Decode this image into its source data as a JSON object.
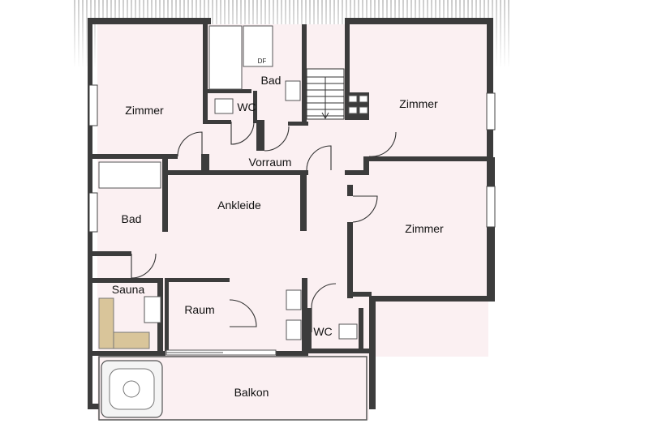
{
  "rooms": {
    "zimmer_left": "Zimmer",
    "bad_top": "Bad",
    "wc_top": "WC",
    "zimmer_top_right": "Zimmer",
    "vorraum": "Vorraum",
    "bad_left": "Bad",
    "ankleide": "Ankleide",
    "zimmer_right": "Zimmer",
    "sauna": "Sauna",
    "raum": "Raum",
    "wc_bottom": "WC",
    "balkon": "Balkon"
  },
  "fixtures": {
    "shower_tag": "DF"
  },
  "colors": {
    "floor": "#fbf0f2",
    "wall": "#3c3c3c",
    "roof_hatch": "#9a9a9a",
    "sauna_wood": "#d9c59a"
  }
}
